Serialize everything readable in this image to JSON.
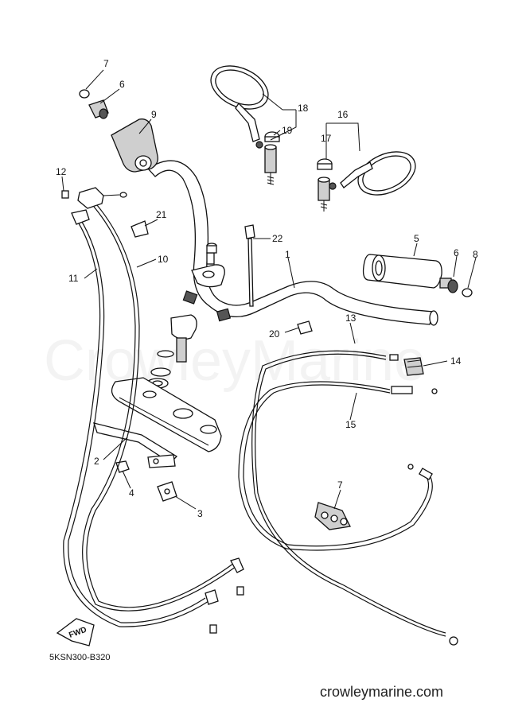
{
  "diagram": {
    "code": "5KSN300-B320",
    "website": "crowleymarine.com",
    "watermark": "CrowleyMarine",
    "fwd": "FWD",
    "callouts": [
      "1",
      "2",
      "3",
      "4",
      "5",
      "6",
      "6",
      "7",
      "7",
      "8",
      "9",
      "10",
      "11",
      "12",
      "13",
      "14",
      "15",
      "16",
      "17",
      "18",
      "19",
      "20",
      "21",
      "22"
    ]
  }
}
